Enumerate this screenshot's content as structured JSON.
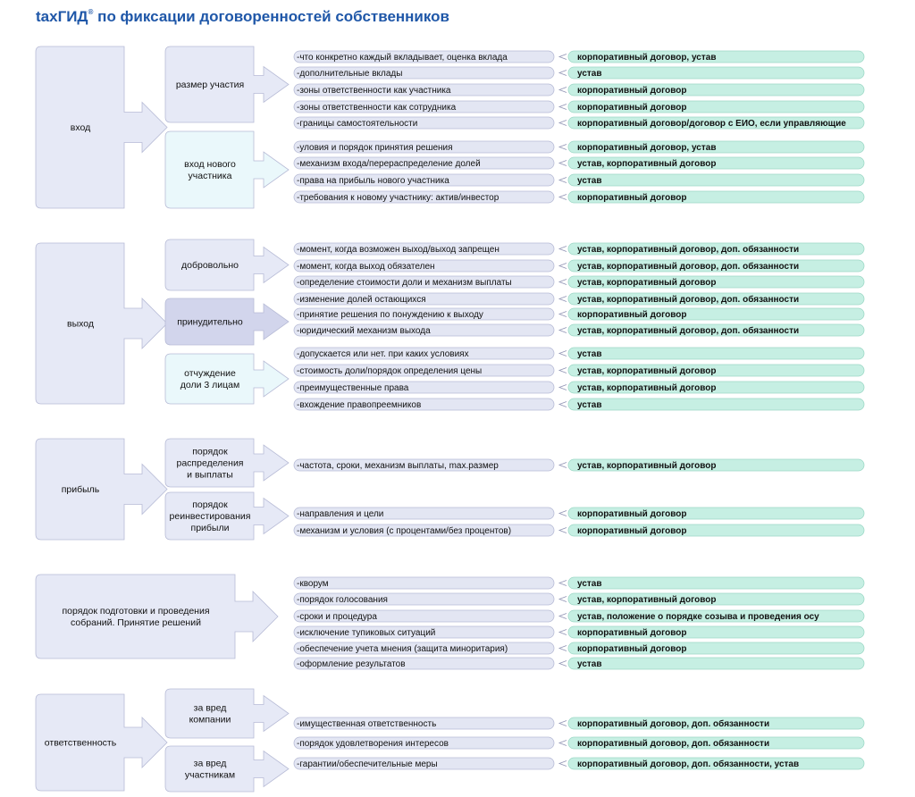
{
  "title": {
    "brand": "taxГИД",
    "mark": "®",
    "text": " по фиксации договоренностей собственников"
  },
  "sections": [
    {
      "label": [
        "вход"
      ],
      "subs": [
        {
          "label": [
            "размер участия"
          ],
          "items": [
            {
              "text": "-что конкретно каждый вкладывает, оценка вклада",
              "result": "корпоративный договор, устав"
            },
            {
              "text": "-дополнительные вклады",
              "result": "устав"
            },
            {
              "text": "-зоны ответственности как участника",
              "result": "корпоративный договор"
            },
            {
              "text": "-зоны ответственности как сотрудника",
              "result": "корпоративный договор"
            },
            {
              "text": "-границы самостоятельности",
              "result": "корпоративный договор/договор с ЕИО, если управляющие"
            }
          ]
        },
        {
          "label": [
            "вход нового",
            "участника"
          ],
          "items": [
            {
              "text": "-уловия и порядок принятия решения",
              "result": "корпоративный договор, устав"
            },
            {
              "text": "-механизм входа/перераспределение долей",
              "result": "устав, корпоративный договор"
            },
            {
              "text": "-права на прибыль нового участника",
              "result": "устав"
            },
            {
              "text": "-требования к новому участнику: актив/инвестор",
              "result": "корпоративный договор"
            }
          ]
        }
      ]
    },
    {
      "label": [
        "выход"
      ],
      "subs": [
        {
          "label": [
            "добровольно"
          ],
          "items": [
            {
              "text": "-момент, когда возможен выход/выход запрещен",
              "result": "устав, корпоративный договор, доп. обязанности"
            },
            {
              "text": "-момент, когда выход обязателен",
              "result": "устав, корпоративный договор, доп. обязанности"
            },
            {
              "text": "-определение стоимости доли и механизм выплаты",
              "result": "устав, корпоративный договор"
            },
            {
              "text": "-изменение долей остающихся",
              "result": "устав, корпоративный договор, доп. обязанности"
            }
          ]
        },
        {
          "label": [
            "принудительно"
          ],
          "items": [
            {
              "text": "-принятие решения по понуждению к выходу",
              "result": "корпоративный договор"
            },
            {
              "text": "-юридический механизм выхода",
              "result": "устав, корпоративный договор, доп. обязанности"
            }
          ]
        },
        {
          "label": [
            "отчуждение",
            "доли 3 лицам"
          ],
          "items": [
            {
              "text": "-допускается или нет. при каких условиях",
              "result": "устав"
            },
            {
              "text": "-стоимость доли/порядок определения цены",
              "result": "устав, корпоративный договор"
            },
            {
              "text": "-преимущественные права",
              "result": "устав, корпоративный договор"
            },
            {
              "text": "-вхождение правопреемников",
              "result": "устав"
            }
          ]
        }
      ]
    },
    {
      "label": [
        "прибыль"
      ],
      "subs": [
        {
          "label": [
            "порядок",
            "распределения",
            "и выплаты"
          ],
          "items": [
            {
              "text": "-частота, сроки, механизм выплаты, max.размер",
              "result": "устав, корпоративный договор"
            }
          ]
        },
        {
          "label": [
            "порядок",
            "реинвестирования",
            "прибыли"
          ],
          "items": [
            {
              "text": "-направления и цели",
              "result": "корпоративный договор"
            },
            {
              "text": "-механизм и условия (с процентами/без процентов)",
              "result": "корпоративный договор"
            }
          ]
        }
      ]
    },
    {
      "label": [
        "порядок подготовки и проведения",
        "собраний. Принятие решений"
      ],
      "subs": [
        {
          "label": [],
          "items": [
            {
              "text": "-кворум",
              "result": "устав"
            },
            {
              "text": "-порядок голосования",
              "result": "устав, корпоративный договор"
            },
            {
              "text": "-сроки и процедура",
              "result": "устав, положение о порядке созыва и проведения осу"
            },
            {
              "text": "-исключение тупиковых ситуаций",
              "result": "корпоративный договор"
            },
            {
              "text": "-обеспечение учета мнения (защита миноритария)",
              "result": "корпоративный договор"
            },
            {
              "text": "-оформление результатов",
              "result": "устав"
            }
          ]
        }
      ]
    },
    {
      "label": [
        "ответственность"
      ],
      "subs": [
        {
          "label": [
            "за вред",
            "компании"
          ],
          "items": [
            {
              "text": "-имущественная ответственность",
              "result": "корпоративный договор, доп. обязанности"
            }
          ]
        },
        {
          "label": [
            "за вред",
            "участникам"
          ],
          "items": [
            {
              "text": "-порядок удовлетворения интересов",
              "result": "корпоративный договор, доп. обязанности"
            },
            {
              "text": "-гарантии/обеспечительные меры",
              "result": "корпоративный договор, доп. обязанности, устав"
            }
          ]
        }
      ]
    }
  ],
  "colors": {
    "title": "#1f57a8",
    "main_fill": "#e6e9f6",
    "sub_fill": "#e6e9f6",
    "sub_fill_alt": "#eaf8fb",
    "sub_fill_dark": "#d2d5ec",
    "item_fill": "#e3e6f3",
    "result_fill": "#c6efe3",
    "border": "#b7bbd6",
    "result_border": "#9ed9c7"
  }
}
